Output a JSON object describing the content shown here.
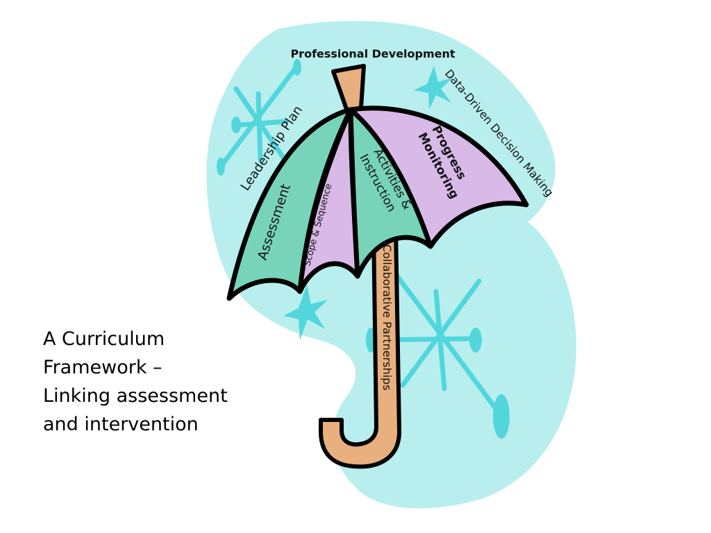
{
  "colors": {
    "background_blob": "#b8eeee",
    "snowflake": "#52d6dc",
    "panel_green": "#78d4b8",
    "panel_lilac": "#d9b9e8",
    "handle_tan": "#e8b07f",
    "outline": "#000000"
  },
  "labels": {
    "professional_development": "Professional Development",
    "data_driven": "Data-Driven Decision Making",
    "leadership_plan": "Leadership Plan",
    "progress_monitoring_line1": "Progress",
    "progress_monitoring_line2": "Monitoring",
    "activities_line1": "Activities &",
    "activities_line2": "Instruction",
    "assessment": "Assessment",
    "scope_sequence": "Scope & Sequence",
    "collaborative": "Collaborative Partnerships"
  },
  "caption": {
    "line1": "A Curriculum",
    "line2": "Framework –",
    "line3": "Linking assessment",
    "line4": "and intervention"
  },
  "icons": [
    "snowflake-icon",
    "sparkle-star-icon",
    "umbrella-icon"
  ]
}
